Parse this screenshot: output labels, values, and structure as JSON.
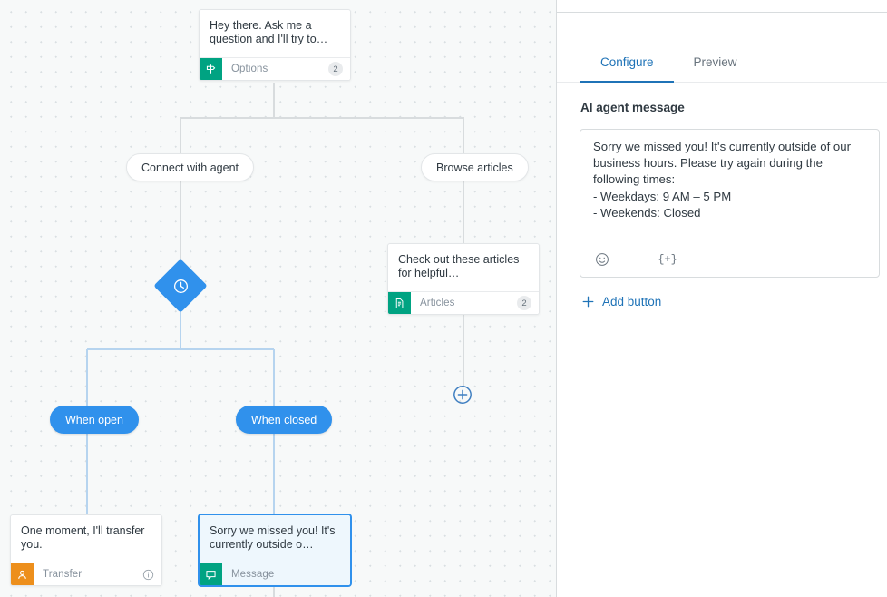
{
  "canvas": {
    "nodes": [
      {
        "id": "greeting",
        "text": "Hey there. Ask me a question and I'll try to…",
        "footer_label": "Options",
        "footer_icon": "options-signpost-icon",
        "badge": "2",
        "selected": false
      },
      {
        "id": "articles",
        "text": "Check out these articles for helpful…",
        "footer_label": "Articles",
        "footer_icon": "article-page-icon",
        "badge": "2",
        "selected": false
      },
      {
        "id": "transfer",
        "text": "One moment, I'll transfer you.",
        "footer_label": "Transfer",
        "footer_icon": "transfer-agent-icon",
        "badge": "",
        "selected": false
      },
      {
        "id": "after-hours",
        "text": "Sorry we missed you! It's currently outside o…",
        "footer_label": "Message",
        "footer_icon": "message-bubble-icon",
        "badge": "",
        "selected": true
      }
    ],
    "options": [
      {
        "id": "connect-with-agent",
        "label": "Connect with agent"
      },
      {
        "id": "browse-articles",
        "label": "Browse articles"
      }
    ],
    "conditions": [
      {
        "id": "when-open",
        "label": "When open"
      },
      {
        "id": "when-closed",
        "label": "When closed"
      }
    ],
    "condition_node": {
      "icon": "clock-icon"
    },
    "add_node": {
      "icon": "plus-circle-icon"
    }
  },
  "panel": {
    "tabs": [
      {
        "id": "configure",
        "label": "Configure",
        "active": true
      },
      {
        "id": "preview",
        "label": "Preview",
        "active": false
      }
    ],
    "section_title": "AI agent message",
    "message_value": "Sorry we missed you! It's currently outside of our business hours. Please try again during the following times:\n- Weekdays: 9 AM – 5 PM\n- Weekends: Closed",
    "tools": [
      {
        "id": "emoji",
        "icon": "emoji-smiley-icon",
        "label": "☺"
      },
      {
        "id": "variable",
        "icon": "variable-placeholder-icon",
        "label": "{+}"
      }
    ],
    "add_button_label": "Add button"
  },
  "colors": {
    "accent_blue": "#1f73b7",
    "node_blue": "#3091ec",
    "teal": "#00a382",
    "orange": "#ed8f1c",
    "canvas_bg": "#f7f9f9",
    "edge_gray": "#d8dcde",
    "edge_blue": "#b6d4ef"
  }
}
